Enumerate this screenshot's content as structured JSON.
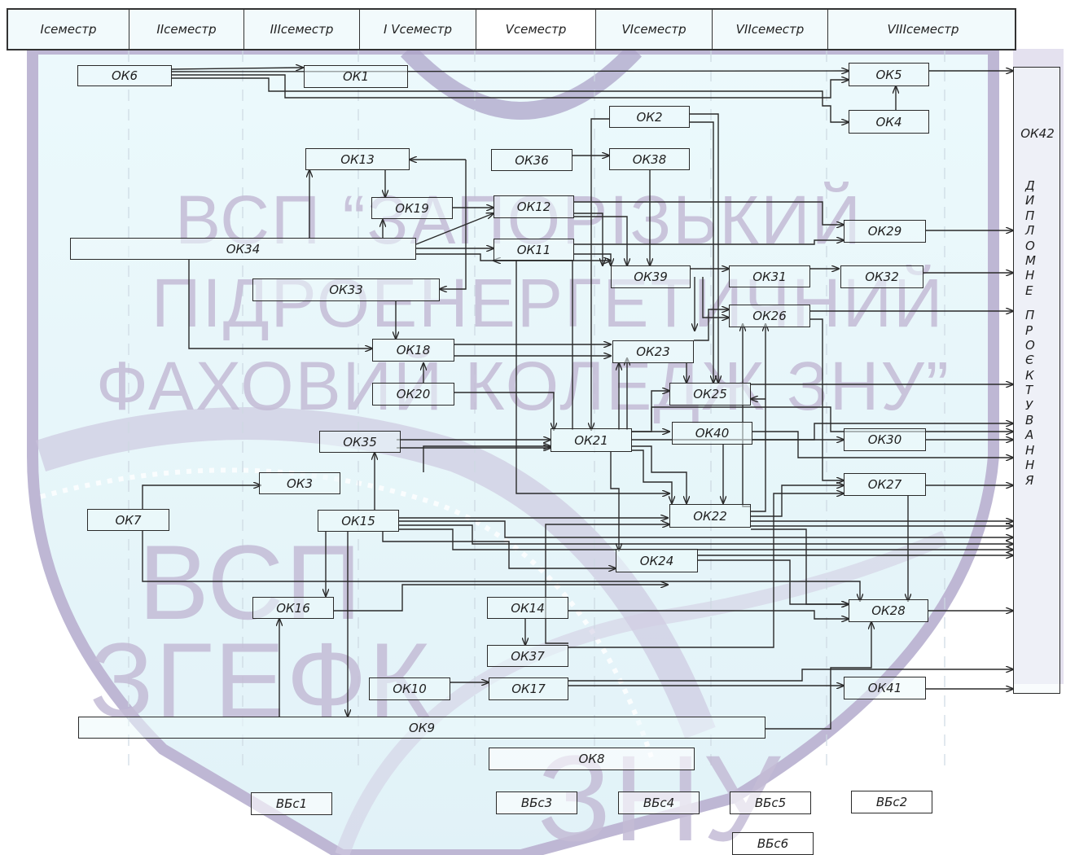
{
  "semesters": [
    "Ісеместр",
    "ІІсеместр",
    "ІІІсеместр",
    "І Vсеместр",
    "Vсеместр",
    "VІсеместр",
    "VІІсеместр",
    "VІІІсеместр"
  ],
  "watermark": {
    "line1": "ВСП “ЗАПОРІЗЬКИЙ",
    "line2": "ПІДРОЕНЕРГЕТИЧНИЙ",
    "line3": "ФАХОВИЙ КОЛЕДЖ ЗНУ”",
    "logo_text_1": "ВСП",
    "logo_text_2": "ЗГЕФК",
    "logo_text_3": "ЗНУ"
  },
  "nodes": {
    "ok6": "ОК6",
    "ok1": "ОК1",
    "ok5": "ОК5",
    "ok4": "ОК4",
    "ok2": "ОК2",
    "ok13": "ОК13",
    "ok36": "ОК36",
    "ok38": "ОК38",
    "ok19": "ОК19",
    "ok12": "ОК12",
    "ok29": "ОК29",
    "ok34": "ОК34",
    "ok11": "ОК11",
    "ok39": "ОК39",
    "ok31": "ОК31",
    "ok32": "ОК32",
    "ok33": "ОК33",
    "ok26": "ОК26",
    "ok18": "ОК18",
    "ok23": "ОК23",
    "ok20": "ОК20",
    "ok25": "ОК25",
    "ok35": "ОК35",
    "ok21": "ОК21",
    "ok40": "ОК40",
    "ok30": "ОК30",
    "ok3": "ОК3",
    "ok27": "ОК27",
    "ok7": "ОК7",
    "ok15": "ОК15",
    "ok22": "ОК22",
    "ok24": "ОК24",
    "ok16": "ОК16",
    "ok14": "ОК14",
    "ok28": "ОК28",
    "ok37": "ОК37",
    "ok10": "ОК10",
    "ok17": "ОК17",
    "ok41": "ОК41",
    "ok9": "ОК9",
    "ok8": "ОК8",
    "vbs1": "ВБс1",
    "vbs3": "ВБс3",
    "vbs4": "ВБс4",
    "vbs5": "ВБс5",
    "vbs2": "ВБс2",
    "vbs6": "ВБс6"
  },
  "final": {
    "label": "ОК42",
    "vertical_text": "ДИПЛОМНЕПРОЄКТУВАННЯ"
  },
  "colors": {
    "line": "#2a2a2a",
    "watermark": "#c4bcd6",
    "panel": "#e4f6fa"
  }
}
